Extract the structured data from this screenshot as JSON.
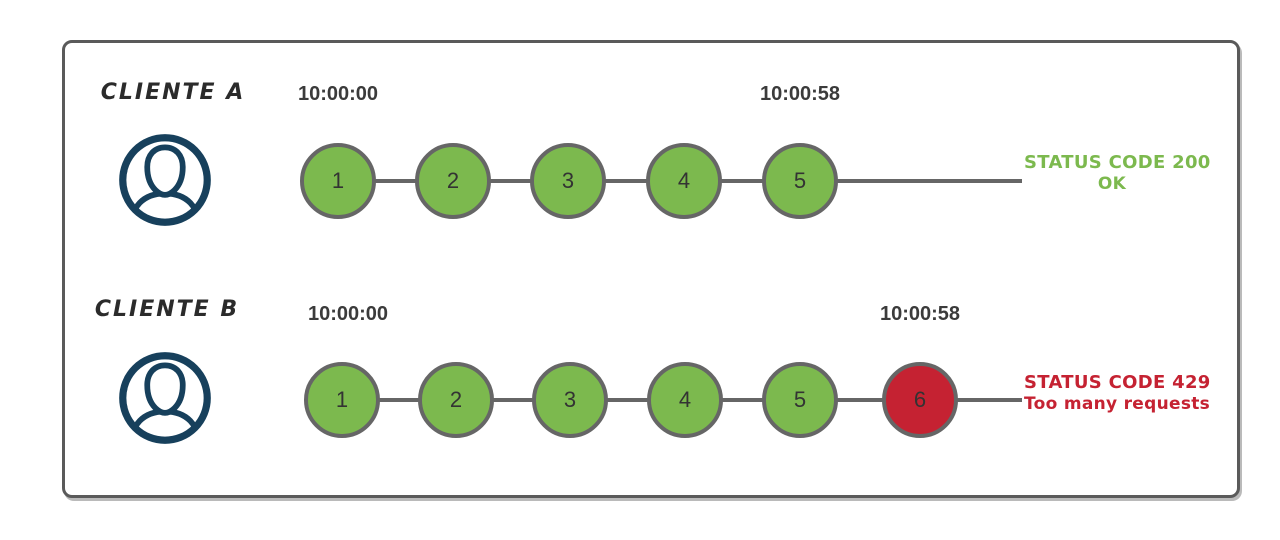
{
  "colors": {
    "green": "#7cb94e",
    "red": "#c52232",
    "navy": "#17405c",
    "circle_border": "#666666",
    "line": "#666666",
    "frame_border": "#5a5a5a"
  },
  "icons": {
    "avatar": "person-in-circle-icon"
  },
  "rows": [
    {
      "client": "CLIENTE A",
      "start_time": "10:00:00",
      "end_time": "10:00:58",
      "steps": [
        "1",
        "2",
        "3",
        "4",
        "5"
      ],
      "status": {
        "line1": "STATUS CODE 200",
        "line2": "OK"
      }
    },
    {
      "client": "CLIENTE B",
      "start_time": "10:00:00",
      "end_time": "10:00:58",
      "steps": [
        "1",
        "2",
        "3",
        "4",
        "5",
        "6"
      ],
      "status": {
        "line1": "STATUS CODE 429",
        "line2": "Too many requests"
      }
    }
  ]
}
